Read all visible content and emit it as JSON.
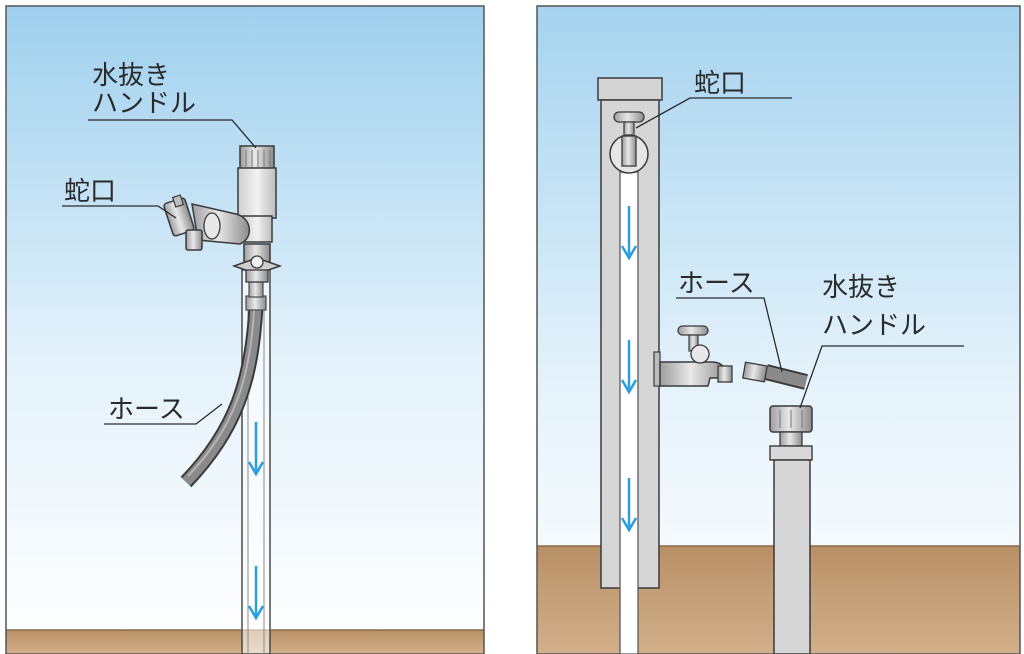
{
  "left_panel": {
    "labels": {
      "drain_handle_line1": "水抜き",
      "drain_handle_line2": "ハンドル",
      "faucet": "蛇口",
      "hose": "ホース"
    }
  },
  "right_panel": {
    "labels": {
      "faucet": "蛇口",
      "hose": "ホース",
      "drain_handle_line1": "水抜き",
      "drain_handle_line2": "ハンドル"
    }
  },
  "colors": {
    "sky_top": "#9fd0ee",
    "sky_bottom": "#ffffff",
    "ground": "#bf9a72",
    "flow_arrow": "#2a9ee0",
    "post_fill": "#d9d9d9",
    "outline": "#3a3a3a"
  }
}
